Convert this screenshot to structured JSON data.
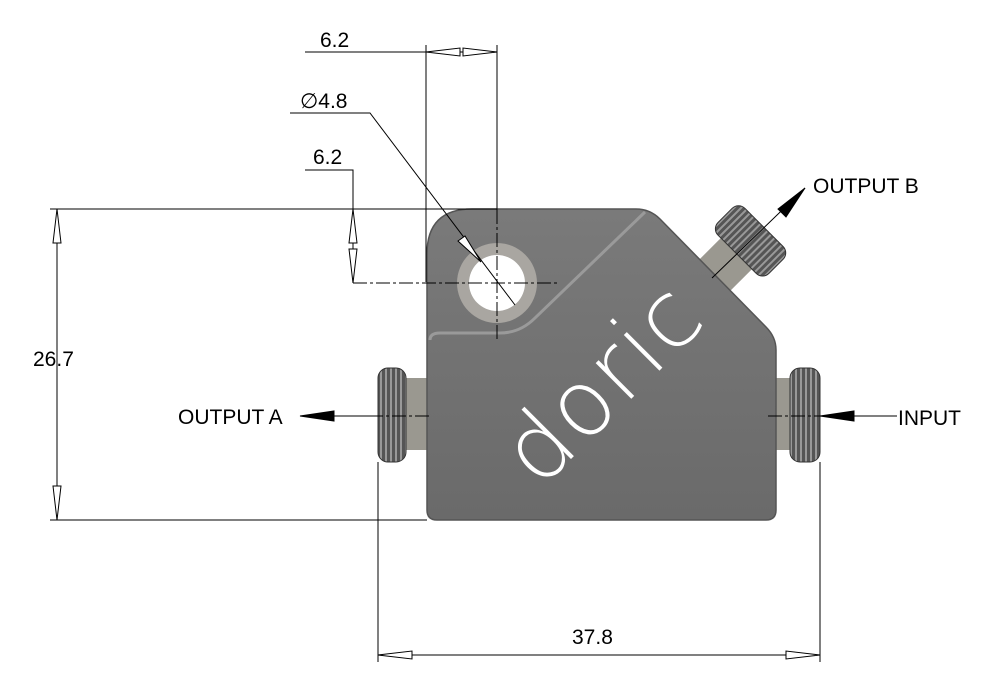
{
  "drawing": {
    "brand_logo": "doric",
    "dimensions": {
      "top_width": "6.2",
      "hole_diameter": "∅4.8",
      "hole_offset": "6.2",
      "height": "26.7",
      "connector_span": "37.8"
    },
    "ports": {
      "output_a": "OUTPUT A",
      "output_b": "OUTPUT B",
      "input": "INPUT"
    },
    "colors": {
      "body": "#727272",
      "connector": "#5a5a5a",
      "ring": "#a9a6a1"
    }
  }
}
